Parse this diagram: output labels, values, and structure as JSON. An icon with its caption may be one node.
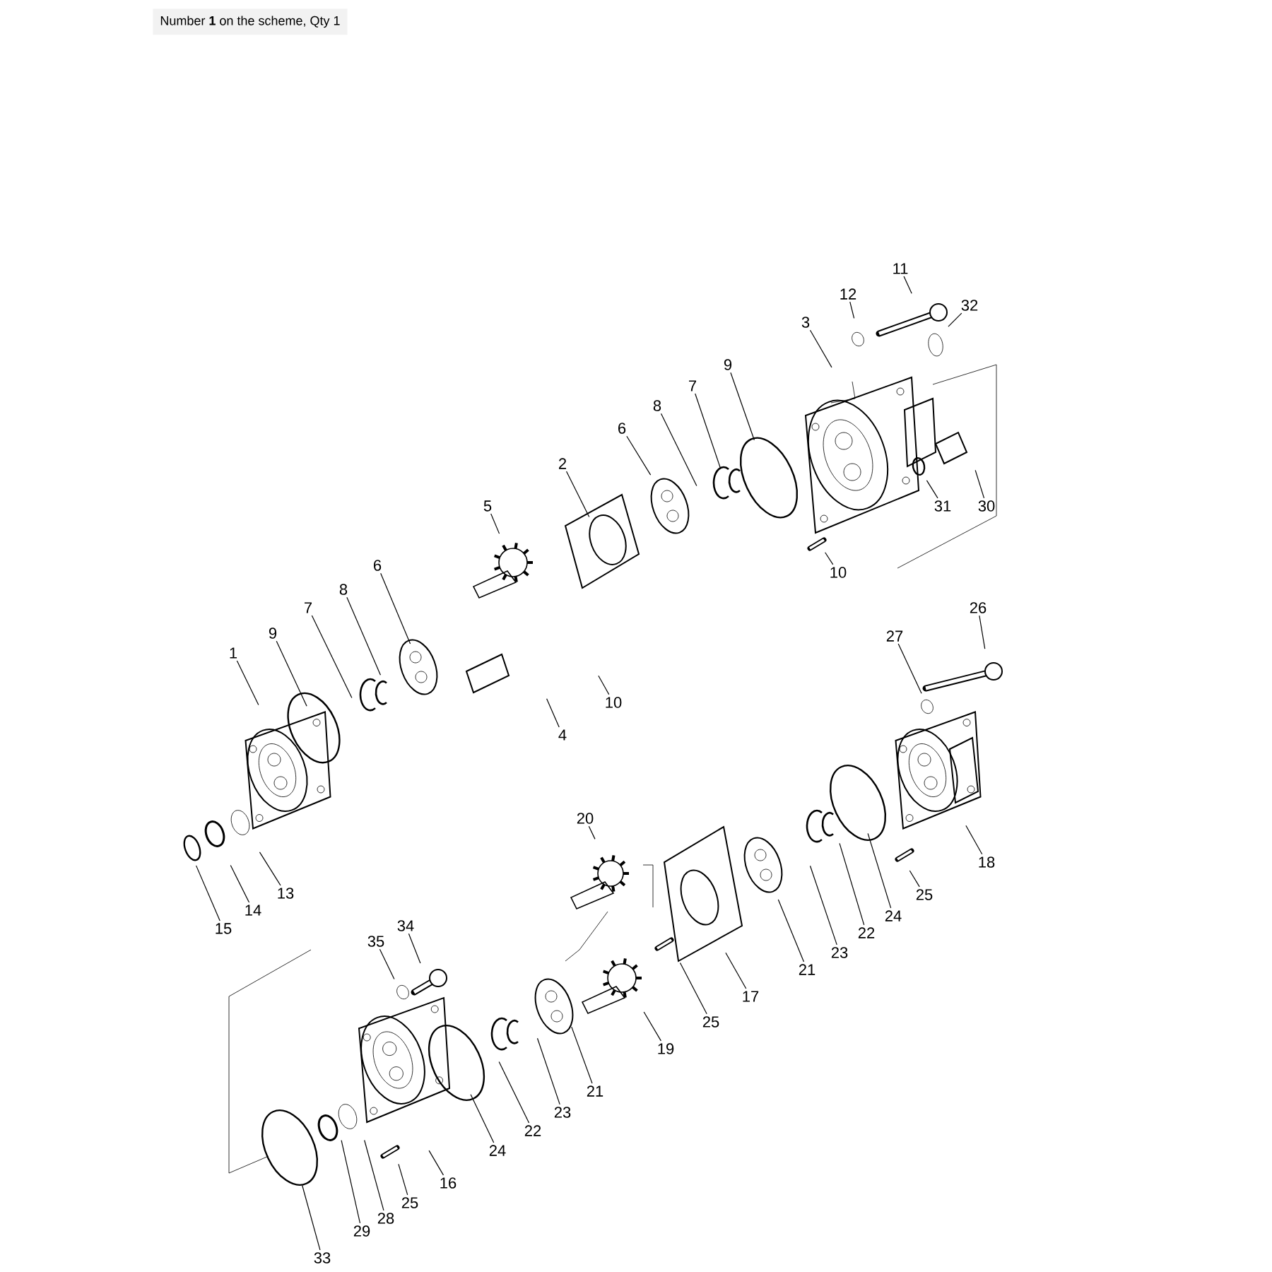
{
  "diagram": {
    "nodes": [
      {
        "text": [
          "11"
        ]
      },
      {
        "text": [
          "12"
        ]
      },
      {
        "text": [
          "32"
        ]
      },
      {
        "text": [
          "3"
        ]
      },
      {
        "text": [
          "9"
        ]
      },
      {
        "text": [
          "7"
        ]
      },
      {
        "text": [
          "8"
        ]
      },
      {
        "text": [
          "6"
        ]
      },
      {
        "text": [
          "2"
        ]
      },
      {
        "text": [
          "30"
        ]
      },
      {
        "text": [
          "5"
        ]
      },
      {
        "text": [
          "31"
        ]
      },
      {
        "text": [
          "6"
        ]
      },
      {
        "text": [
          "10"
        ]
      },
      {
        "text": [
          "8"
        ]
      },
      {
        "text": [
          "26"
        ]
      },
      {
        "text": [
          "7"
        ]
      },
      {
        "text": [
          "9"
        ]
      },
      {
        "text": [
          "27"
        ]
      },
      {
        "text": [
          "1"
        ]
      },
      {
        "text": [
          "10"
        ]
      },
      {
        "text": [
          "4"
        ]
      },
      {
        "text": [
          "20"
        ]
      },
      {
        "text": [
          "18"
        ]
      },
      {
        "text": [
          "13"
        ]
      },
      {
        "text": [
          "25"
        ]
      },
      {
        "text": [
          "14"
        ]
      },
      {
        "text": [
          "24"
        ]
      },
      {
        "text": [
          "34"
        ]
      },
      {
        "text": [
          "15"
        ]
      },
      {
        "text": [
          "22"
        ]
      },
      {
        "text": [
          "35"
        ]
      },
      {
        "text": [
          "23"
        ]
      },
      {
        "text": [
          "21"
        ]
      },
      {
        "text": [
          "17"
        ]
      },
      {
        "text": [
          "25"
        ]
      },
      {
        "text": [
          "19"
        ]
      },
      {
        "text": [
          "21"
        ]
      },
      {
        "text": [
          "23"
        ]
      },
      {
        "text": [
          "22"
        ]
      },
      {
        "text": [
          "24"
        ]
      },
      {
        "text": [
          "16"
        ]
      },
      {
        "text": [
          "25"
        ]
      },
      {
        "text": [
          "28"
        ]
      },
      {
        "text": [
          "29"
        ]
      },
      {
        "text": [
          "33"
        ]
      }
    ],
    "edges": [
      {
        "from": 0,
        "to": null,
        "arrow": "none"
      },
      {
        "from": 1,
        "to": null,
        "arrow": "none"
      },
      {
        "from": 2,
        "to": null,
        "arrow": "none"
      },
      {
        "from": 3,
        "to": null,
        "arrow": "none"
      },
      {
        "from": 4,
        "to": null,
        "arrow": "none"
      },
      {
        "from": 5,
        "to": null,
        "arrow": "none"
      },
      {
        "from": 6,
        "to": null,
        "arrow": "none"
      },
      {
        "from": 7,
        "to": null,
        "arrow": "none"
      },
      {
        "from": 8,
        "to": null,
        "arrow": "none"
      },
      {
        "from": 9,
        "to": null,
        "arrow": "none"
      },
      {
        "from": 10,
        "to": null,
        "arrow": "none"
      },
      {
        "from": 11,
        "to": null,
        "arrow": "none"
      },
      {
        "from": 12,
        "to": null,
        "arrow": "none"
      },
      {
        "from": 13,
        "to": null,
        "arrow": "none"
      },
      {
        "from": 14,
        "to": null,
        "arrow": "none"
      },
      {
        "from": 15,
        "to": null,
        "arrow": "none"
      },
      {
        "from": 16,
        "to": null,
        "arrow": "none"
      },
      {
        "from": 17,
        "to": null,
        "arrow": "none"
      },
      {
        "from": 18,
        "to": null,
        "arrow": "none"
      },
      {
        "from": 19,
        "to": null,
        "arrow": "none"
      },
      {
        "from": 20,
        "to": null,
        "arrow": "none"
      },
      {
        "from": 21,
        "to": null,
        "arrow": "none"
      },
      {
        "from": 22,
        "to": null,
        "arrow": "none"
      },
      {
        "from": 23,
        "to": null,
        "arrow": "none"
      },
      {
        "from": 24,
        "to": null,
        "arrow": "none"
      },
      {
        "from": 25,
        "to": null,
        "arrow": "none"
      },
      {
        "from": 26,
        "to": null,
        "arrow": "none"
      },
      {
        "from": 27,
        "to": null,
        "arrow": "none"
      },
      {
        "from": 28,
        "to": null,
        "arrow": "none"
      },
      {
        "from": 29,
        "to": null,
        "arrow": "none"
      },
      {
        "from": 30,
        "to": null,
        "arrow": "none"
      },
      {
        "from": 31,
        "to": null,
        "arrow": "none"
      },
      {
        "from": 32,
        "to": null,
        "arrow": "none"
      },
      {
        "from": 33,
        "to": null,
        "arrow": "none"
      },
      {
        "from": 34,
        "to": null,
        "arrow": "none"
      },
      {
        "from": 35,
        "to": null,
        "arrow": "none"
      },
      {
        "from": 36,
        "to": null,
        "arrow": "none"
      },
      {
        "from": 37,
        "to": null,
        "arrow": "none"
      },
      {
        "from": 38,
        "to": null,
        "arrow": "none"
      },
      {
        "from": 39,
        "to": null,
        "arrow": "none"
      },
      {
        "from": 40,
        "to": null,
        "arrow": "none"
      },
      {
        "from": 41,
        "to": null,
        "arrow": "none"
      },
      {
        "from": 42,
        "to": null,
        "arrow": "none"
      },
      {
        "from": 43,
        "to": null,
        "arrow": "none"
      },
      {
        "from": 44,
        "to": null,
        "arrow": "none"
      },
      {
        "from": 45,
        "to": null,
        "arrow": "none"
      }
    ],
    "labels": [
      "Number **1** on the scheme, Qty 1"
    ]
  }
}
